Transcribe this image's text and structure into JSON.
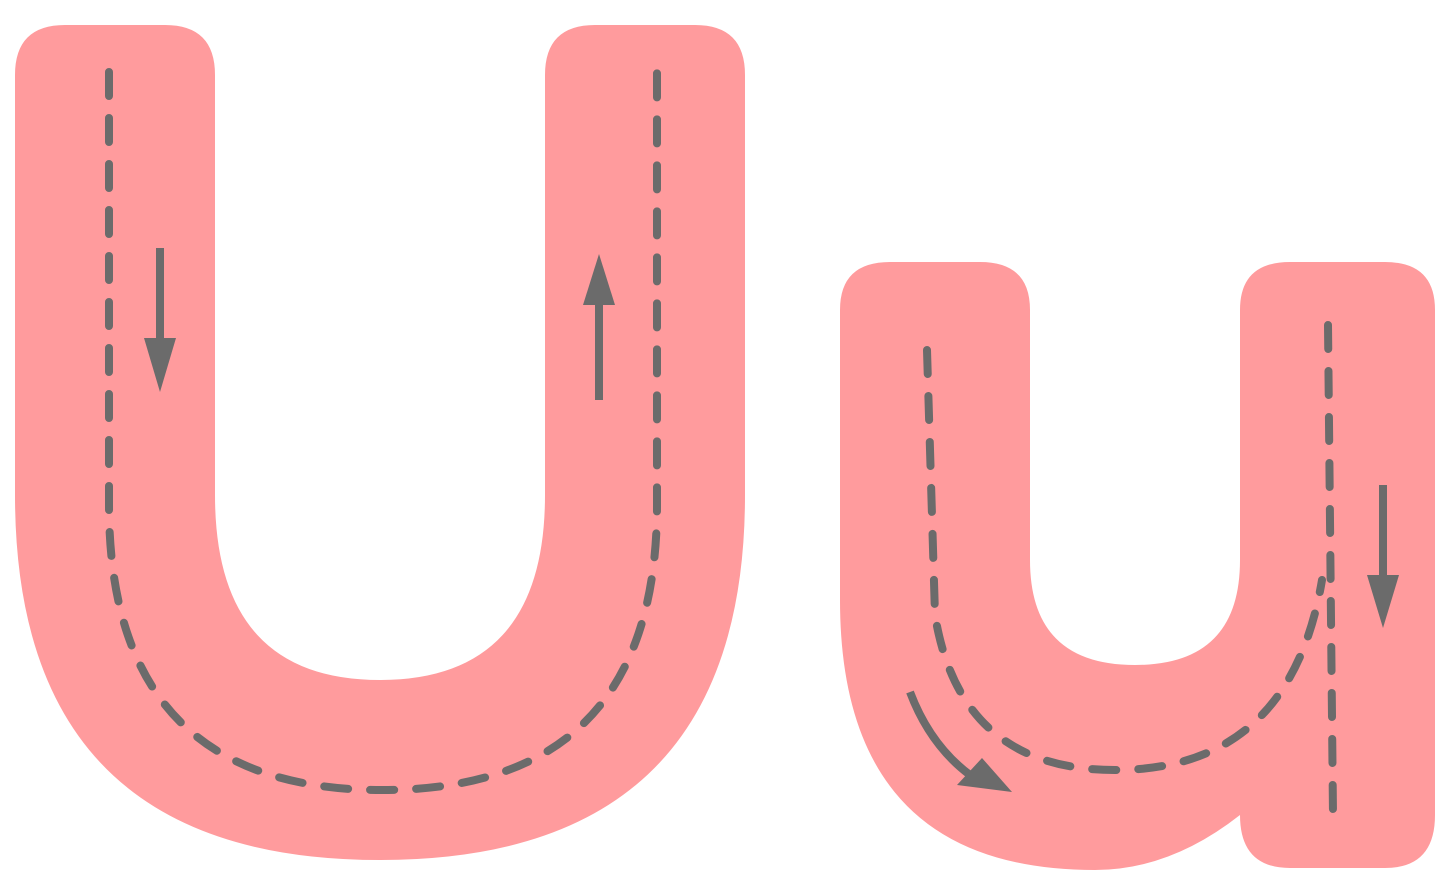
{
  "worksheet": {
    "letters": [
      {
        "glyph": "U",
        "case": "uppercase",
        "strokes": [
          {
            "order": 1,
            "direction": "down",
            "shape": "straight"
          },
          {
            "order": 1,
            "direction": "around-bottom",
            "shape": "curve"
          },
          {
            "order": 1,
            "direction": "up",
            "shape": "straight"
          }
        ]
      },
      {
        "glyph": "u",
        "case": "lowercase",
        "strokes": [
          {
            "order": 1,
            "direction": "down-then-curve-right",
            "shape": "curve"
          },
          {
            "order": 2,
            "direction": "down",
            "shape": "straight"
          }
        ]
      }
    ],
    "colors": {
      "letter_fill": "#FF9B9D",
      "guide_line": "#6B6B6B",
      "arrow": "#6B6B6B",
      "background": "#FFFFFF"
    },
    "icons": [
      "down-arrow-icon",
      "up-arrow-icon",
      "curved-arrow-icon"
    ]
  }
}
